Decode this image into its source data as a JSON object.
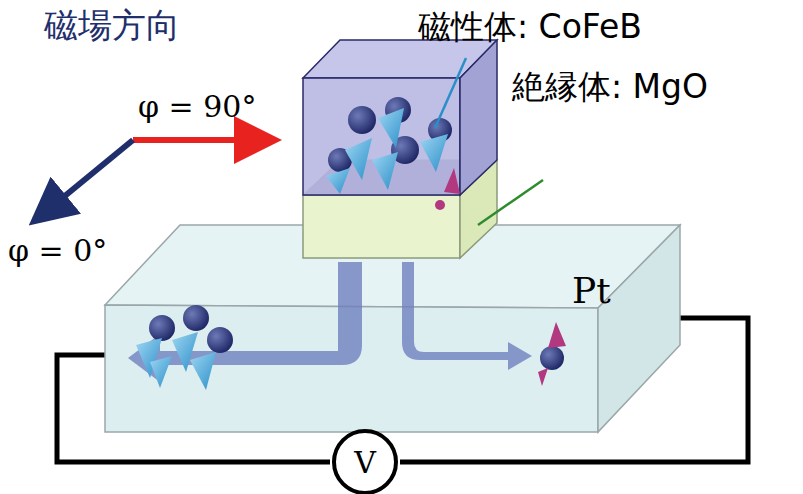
{
  "diagram": {
    "nodes": [
      {
        "text": [
          "V"
        ]
      }
    ],
    "labels": [
      "磁場方向",
      "φ = 90°",
      "φ = 0°",
      "磁性体: CoFeB",
      "絶縁体: MgO",
      "Pt"
    ]
  }
}
